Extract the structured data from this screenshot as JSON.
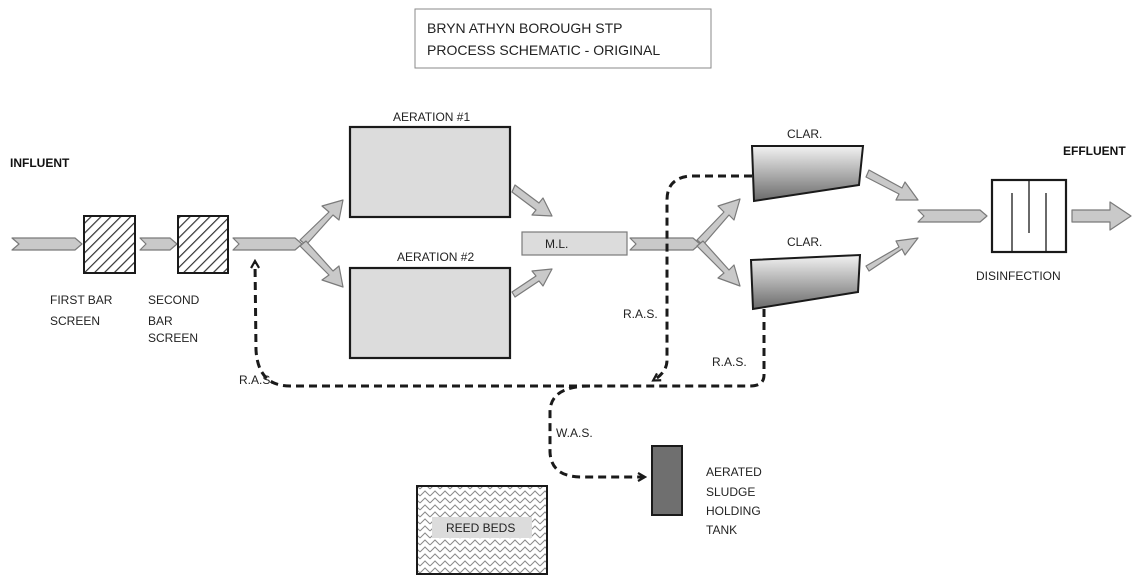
{
  "title": {
    "line1": "BRYN ATHYN BOROUGH STP",
    "line2": "PROCESS SCHEMATIC - ORIGINAL"
  },
  "influent": "INFLUENT",
  "effluent": "EFFLUENT",
  "bar_screens": {
    "first": [
      "FIRST BAR",
      "SCREEN"
    ],
    "second": [
      "SECOND",
      "BAR",
      "SCREEN"
    ]
  },
  "aeration": {
    "tank1": "AERATION  #1",
    "tank2": "AERATION  #2"
  },
  "mixed_liquor": "M.L.",
  "clarifiers": {
    "upper": "CLAR.",
    "lower": "CLAR."
  },
  "disinfection": "DISINFECTION",
  "flows": {
    "ras_left": "R.A.S.",
    "ras_upper": "R.A.S.",
    "ras_lower": "R.A.S.",
    "was": "W.A.S."
  },
  "sludge_tank": [
    "AERATED",
    "SLUDGE",
    "HOLDING",
    "TANK"
  ],
  "reed_beds": "REED BEDS",
  "colors": {
    "arrow_fill": "#c9c9c9",
    "arrow_stroke": "#7a7a7a",
    "tank_fill": "#dcdcdc",
    "sludge_tank_fill": "#6f6f6f",
    "line": "#1a1a1a"
  }
}
